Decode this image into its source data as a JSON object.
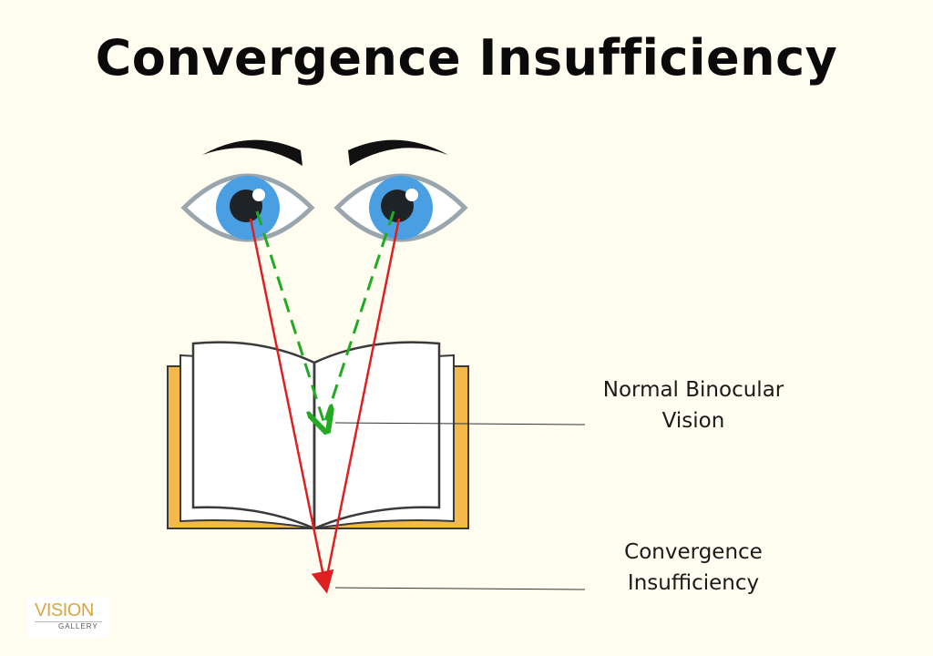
{
  "title": "Convergence Insufficiency",
  "labels": {
    "normal_line1": "Normal Binocular",
    "normal_line2": "Vision",
    "ci_line1": "Convergence",
    "ci_line2": "Insufficiency"
  },
  "logo": {
    "main": "VISION",
    "sub": "GALLERY"
  },
  "colors": {
    "background": "#fffdf0",
    "iris": "#4a9ee2",
    "eye_outline": "#9aa6ad",
    "normal_ray": "#22aa22",
    "insufficiency_ray": "#e02020",
    "book_cover": "#f5b94a"
  }
}
